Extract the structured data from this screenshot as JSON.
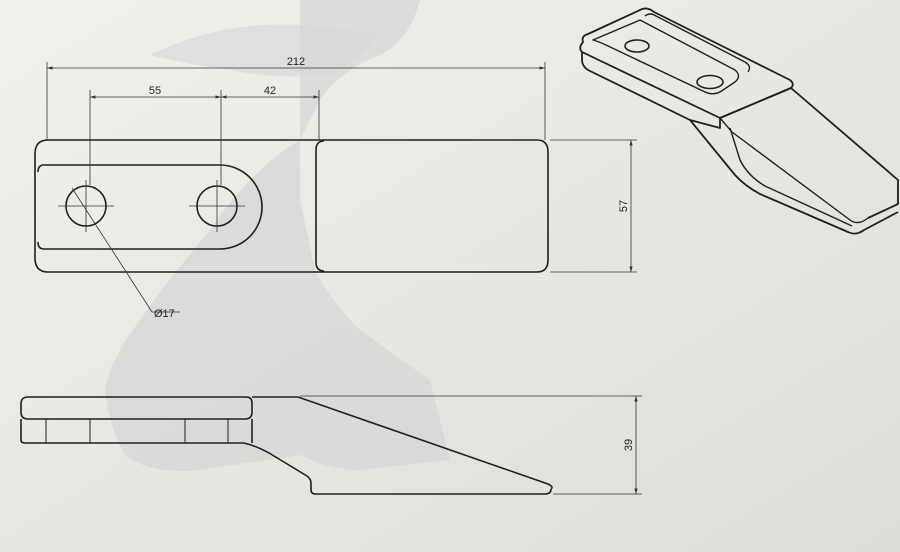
{
  "drawing": {
    "top_view": {
      "overall_length": "212",
      "hole_spacing": "55",
      "slot_to_step": "42",
      "width": "57",
      "hole_diameter": "Ø17"
    },
    "side_view": {
      "height": "39"
    },
    "colors": {
      "paper": "#e9e8e4",
      "ink": "#1f1f1f",
      "dim_ink": "#333333",
      "shadow": "#d2d4d4"
    }
  }
}
